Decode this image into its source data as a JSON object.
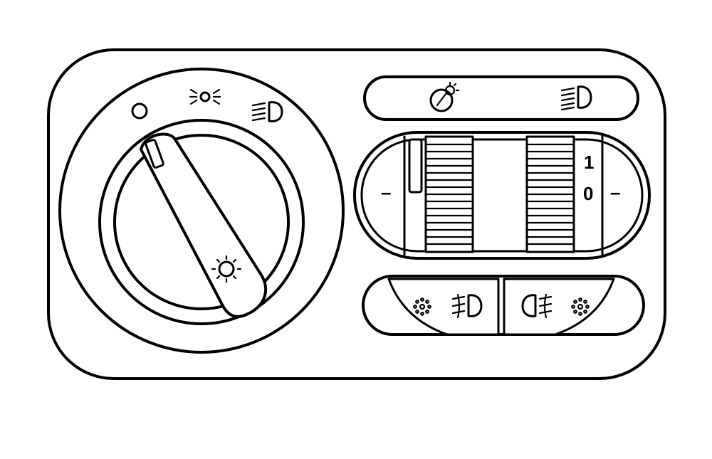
{
  "rotary_switch": {
    "positions": [
      "off-symbol",
      "parking-lights-icon",
      "low-beam-icon"
    ],
    "knob_icon": "sun-light-icon"
  },
  "top_bar": {
    "icons": [
      "dashboard-illumination-icon",
      "headlight-range-icon"
    ]
  },
  "thumbwheel_panel": {
    "left_dash": "–",
    "right_dash": "–",
    "scale_top": "1",
    "scale_bottom": "0"
  },
  "fog_buttons": {
    "left_icons": [
      "indicator-lamp-icon",
      "front-fog-light-icon"
    ],
    "right_icons": [
      "rear-fog-light-icon",
      "indicator-lamp-icon"
    ]
  },
  "colors": {
    "line": "#000000",
    "background": "#ffffff"
  }
}
